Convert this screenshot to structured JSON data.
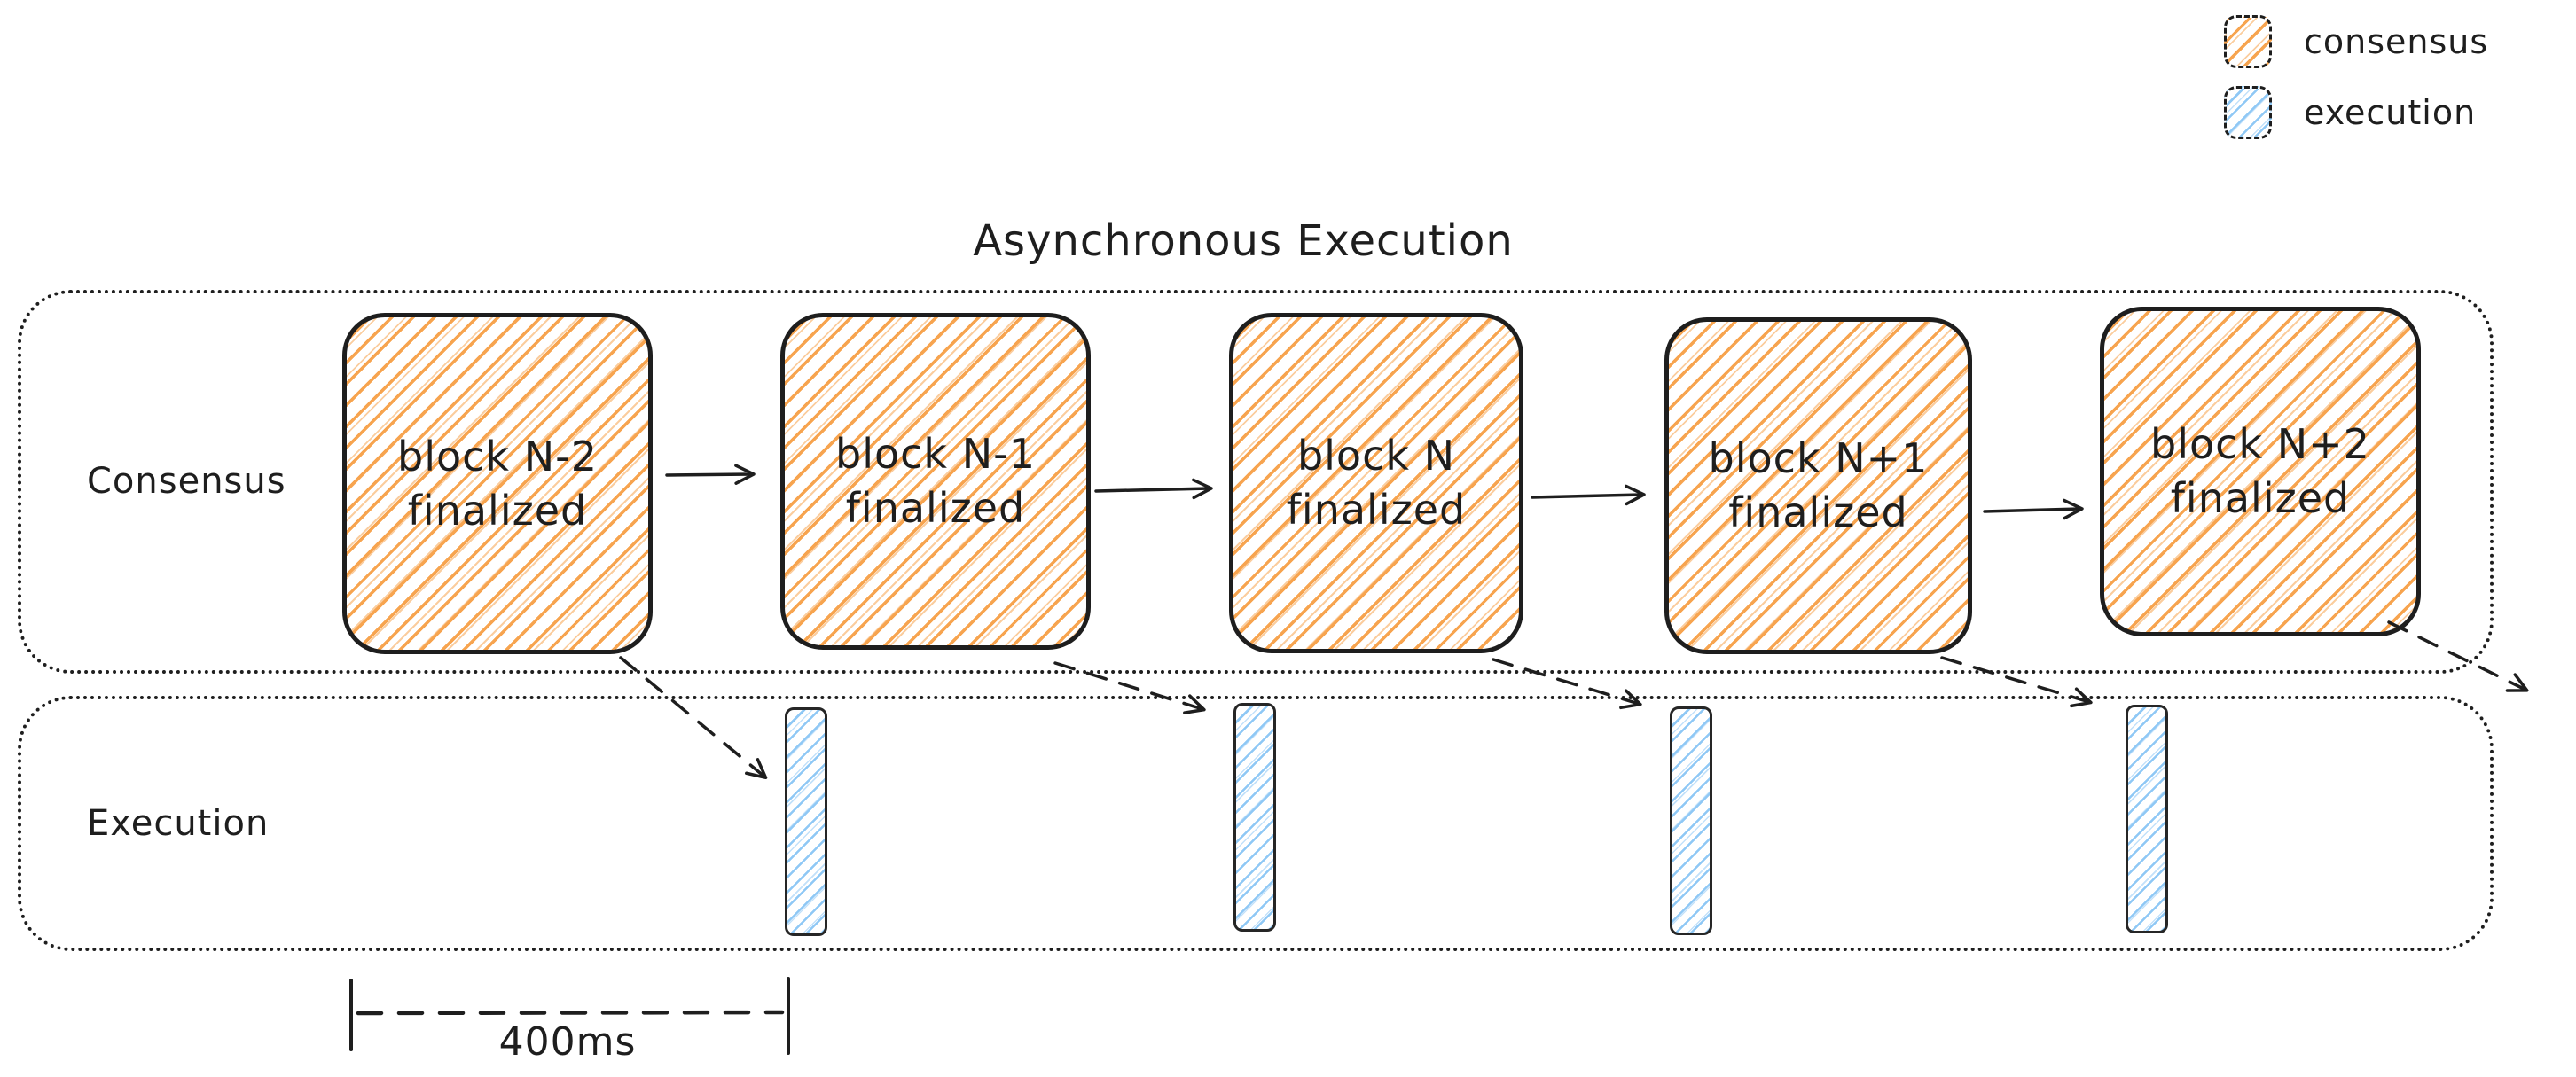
{
  "title": "Asynchronous Execution",
  "legend": {
    "items": [
      {
        "label": "consensus",
        "color": "#f7a44f"
      },
      {
        "label": "execution",
        "color": "#8fc8f5"
      }
    ]
  },
  "lanes": [
    {
      "label": "Consensus"
    },
    {
      "label": "Execution"
    }
  ],
  "blocks": [
    {
      "line1": "block N-2",
      "line2": "finalized"
    },
    {
      "line1": "block N-1",
      "line2": "finalized"
    },
    {
      "line1": "block N",
      "line2": "finalized"
    },
    {
      "line1": "block N+1",
      "line2": "finalized"
    },
    {
      "line1": "block N+2",
      "line2": "finalized"
    }
  ],
  "execution_bars": {
    "count": 4
  },
  "measurement": {
    "label": "400ms"
  },
  "colors": {
    "stroke": "#1e1e1e",
    "consensus_hatch": "#f7a44f",
    "consensus_hatch_faint": "rgba(247,164,79,0.55)",
    "execution_hatch": "#8fc8f5",
    "execution_hatch_faint": "rgba(143,200,245,0.55)"
  }
}
